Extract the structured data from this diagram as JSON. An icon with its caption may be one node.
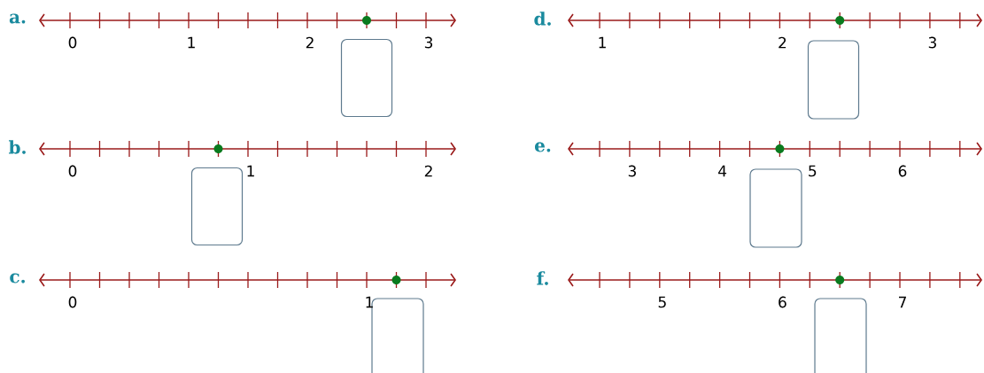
{
  "diagram": {
    "nodes": [
      {
        "text": [],
        "shape": "box"
      },
      {
        "text": [],
        "shape": "box"
      },
      {
        "text": [],
        "shape": "box"
      },
      {
        "text": [],
        "shape": "box"
      },
      {
        "text": [],
        "shape": "box"
      },
      {
        "text": [],
        "shape": "box"
      }
    ],
    "labels": [
      "a.",
      "0",
      "1",
      "2",
      "3",
      "d.",
      "1",
      "2",
      "3",
      "b.",
      "0",
      "1",
      "2",
      "e.",
      "3",
      "4",
      "5",
      "6",
      "c.",
      "0",
      "1",
      "f.",
      "5",
      "6",
      "7"
    ]
  }
}
